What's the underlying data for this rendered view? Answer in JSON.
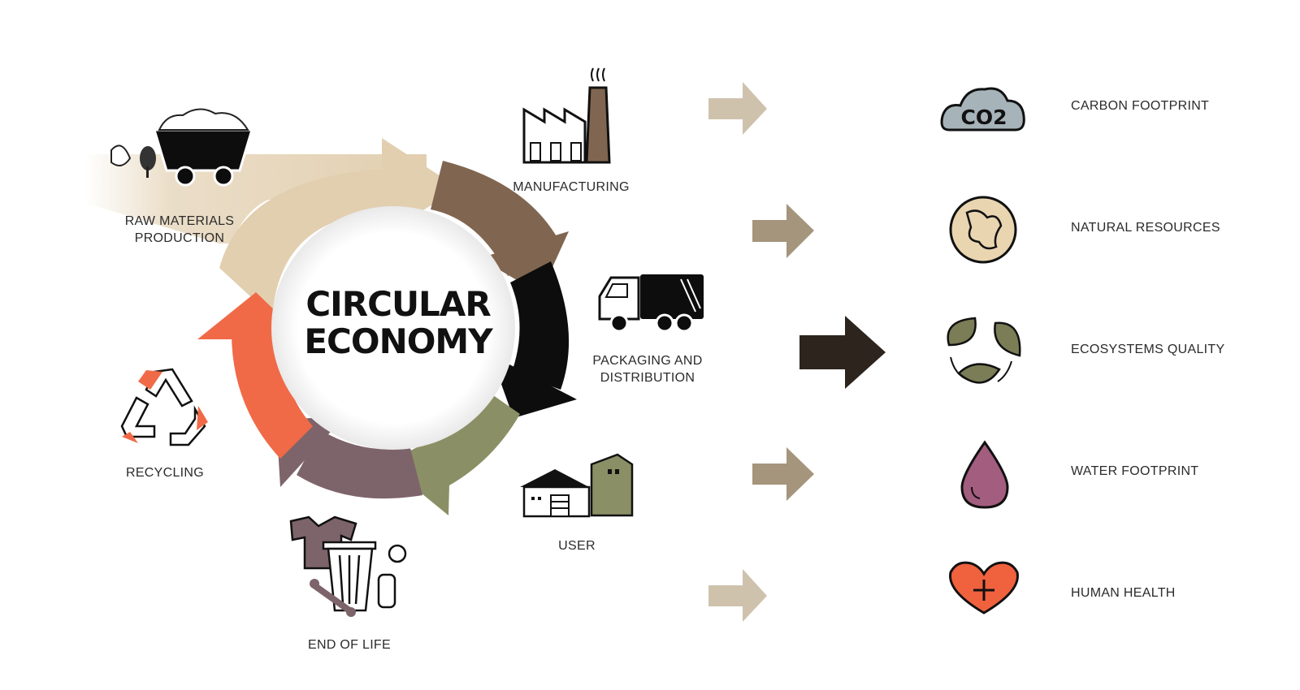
{
  "diagram": {
    "title_line1": "CIRCULAR",
    "title_line2": "ECONOMY",
    "stages": {
      "raw_materials": {
        "line1": "RAW MATERIALS",
        "line2": "PRODUCTION",
        "icon": "mining-cart-icon"
      },
      "manufacturing": {
        "label": "MANUFACTURING",
        "icon": "factory-icon"
      },
      "packaging": {
        "line1": "PACKAGING AND",
        "line2": "DISTRIBUTION",
        "icon": "truck-icon"
      },
      "user": {
        "label": "USER",
        "icon": "house-icon"
      },
      "end_of_life": {
        "label": "END OF LIFE",
        "icon": "trash-can-icon"
      },
      "recycling": {
        "label": "RECYCLING",
        "icon": "recycle-icon"
      }
    },
    "impacts": [
      {
        "label": "CARBON FOOTPRINT",
        "icon": "co2-cloud-icon",
        "icon_text": "CO2"
      },
      {
        "label": "NATURAL RESOURCES",
        "icon": "globe-icon"
      },
      {
        "label": "ECOSYSTEMS QUALITY",
        "icon": "leaves-icon"
      },
      {
        "label": "WATER FOOTPRINT",
        "icon": "water-drop-icon"
      },
      {
        "label": "HUMAN HEALTH",
        "icon": "heart-plus-icon"
      }
    ],
    "colors": {
      "beige": "#e2cfb0",
      "brown": "#806650",
      "black": "#0d0d0d",
      "olive": "#8b8f65",
      "mauve": "#7d646a",
      "coral": "#f06a47",
      "arrow_light": "#cfc2ad",
      "arrow_mid": "#a5957c",
      "arrow_dark": "#2c241d",
      "co2_cloud": "#a6b3b9",
      "globe": "#e9d5b0",
      "leaf": "#7a7d55",
      "water": "#a35d7f",
      "heart": "#f0613e"
    }
  }
}
